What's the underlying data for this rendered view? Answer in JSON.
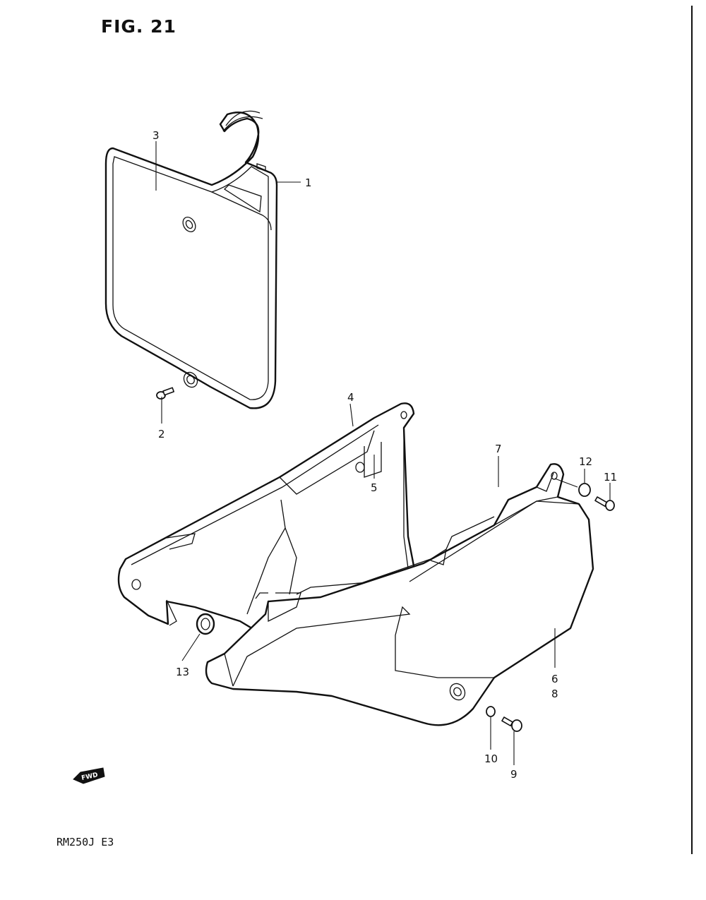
{
  "figure": {
    "title": "FIG. 21",
    "model": "RM250J  E3",
    "direction_badge": "FWD",
    "colors": {
      "ink": "#111111",
      "paper": "#ffffff"
    }
  },
  "callouts": [
    {
      "id": "c1",
      "text": "1"
    },
    {
      "id": "c2",
      "text": "2"
    },
    {
      "id": "c3",
      "text": "3"
    },
    {
      "id": "c4",
      "text": "4"
    },
    {
      "id": "c5",
      "text": "5"
    },
    {
      "id": "c6",
      "text": "6"
    },
    {
      "id": "c7",
      "text": "7"
    },
    {
      "id": "c8",
      "text": "8"
    },
    {
      "id": "c9",
      "text": "9"
    },
    {
      "id": "c10",
      "text": "10"
    },
    {
      "id": "c11",
      "text": "11"
    },
    {
      "id": "c12",
      "text": "12"
    },
    {
      "id": "c13",
      "text": "13"
    }
  ]
}
